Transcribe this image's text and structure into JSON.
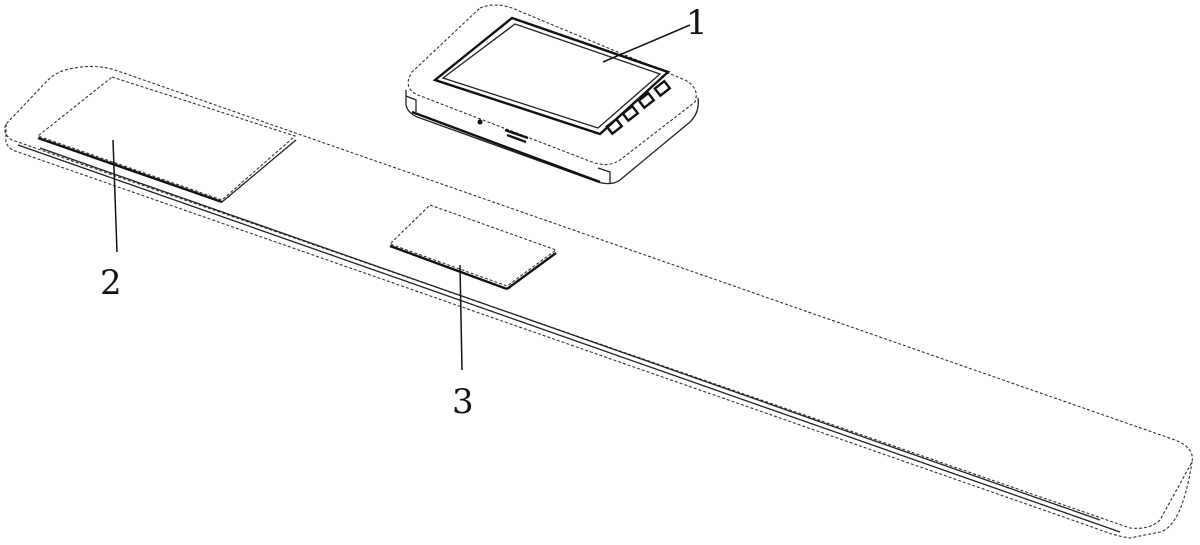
{
  "labels": {
    "device": "1",
    "large_pad": "2",
    "small_pad": "3"
  },
  "colors": {
    "line": "#222222",
    "background": "#ffffff"
  }
}
